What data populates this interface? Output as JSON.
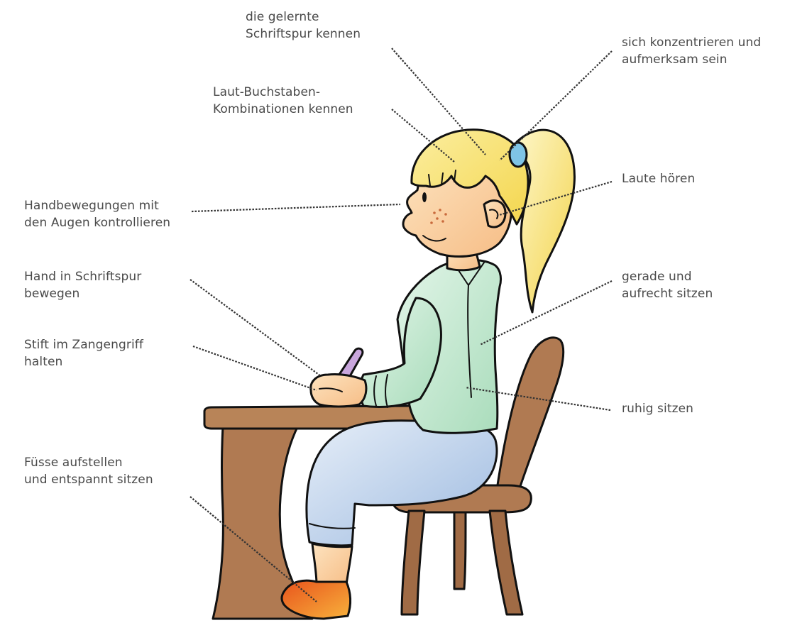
{
  "labels": {
    "schriftspur": [
      "die gelernte",
      "Schriftspur kennen"
    ],
    "konzentrieren": [
      "sich konzentrieren und",
      "aufmerksam sein"
    ],
    "laut_buchstaben": [
      "Laut-Buchstaben-",
      "Kombinationen kennen"
    ],
    "laute_hoeren": [
      "Laute hören"
    ],
    "augen": [
      "Handbewegungen mit",
      "den Augen kontrollieren"
    ],
    "hand_bewegen": [
      "Hand in Schriftspur",
      "bewegen"
    ],
    "gerade": [
      "gerade und",
      "aufrecht sitzen"
    ],
    "zangengriff": [
      "Stift im Zangengriff",
      "halten"
    ],
    "ruhig": [
      "ruhig sitzen"
    ],
    "fuesse": [
      "Füsse aufstellen",
      "und entspannt sitzen"
    ]
  },
  "colors": {
    "text": "#4a4a4a",
    "leader": "#333333",
    "hair": "#f7e27a",
    "skin": "#fbd3a0",
    "shirt": "#bfe6cc",
    "pants": "#b8cde8",
    "wood": "#b07a52",
    "shoe": "#f08a2a",
    "hair_tie": "#7fc4e6"
  }
}
